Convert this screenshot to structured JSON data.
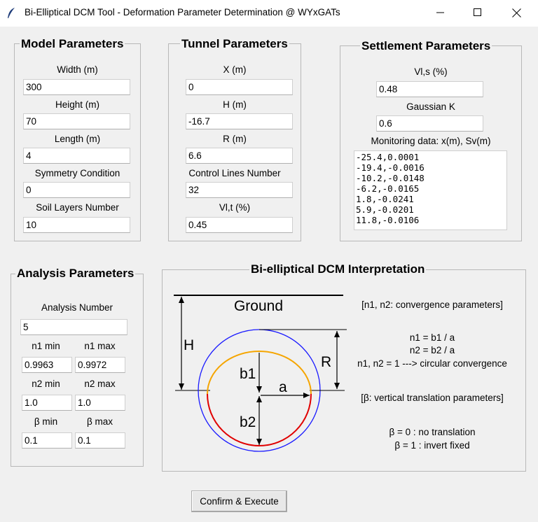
{
  "window": {
    "title": "Bi-Elliptical DCM Tool - Deformation Parameter Determination @ WYxGATs"
  },
  "model": {
    "legend": "Model Parameters",
    "width_label": "Width (m)",
    "width_value": "300",
    "height_label": "Height (m)",
    "height_value": "70",
    "length_label": "Length (m)",
    "length_value": "4",
    "symmetry_label": "Symmetry Condition",
    "symmetry_value": "0",
    "soil_label": "Soil Layers Number",
    "soil_value": "10"
  },
  "tunnel": {
    "legend": "Tunnel Parameters",
    "x_label": "X (m)",
    "x_value": "0",
    "h_label": "H (m)",
    "h_value": "-16.7",
    "r_label": "R (m)",
    "r_value": "6.6",
    "cl_label": "Control Lines Number",
    "cl_value": "32",
    "vlt_label": "Vl,t (%)",
    "vlt_value": "0.45"
  },
  "settlement": {
    "legend": "Settlement Parameters",
    "vls_label": "Vl,s (%)",
    "vls_value": "0.48",
    "k_label": "Gaussian K",
    "k_value": "0.6",
    "monitor_label": "Monitoring data: x(m), Sv(m)",
    "monitor_lines": [
      "-25.4,0.0001",
      "-19.4,-0.0016",
      "-10.2,-0.0148",
      "-6.2,-0.0165",
      "1.8,-0.0241",
      "5.9,-0.0201",
      "11.8,-0.0106"
    ]
  },
  "analysis": {
    "legend": "Analysis Parameters",
    "num_label": "Analysis Number",
    "num_value": "5",
    "n1min_label": "n1 min",
    "n1min_value": "0.9963",
    "n1max_label": "n1 max",
    "n1max_value": "0.9972",
    "n2min_label": "n2 min",
    "n2min_value": "1.0",
    "n2max_label": "n2 max",
    "n2max_value": "1.0",
    "bmin_label": "β min",
    "bmin_value": "0.1",
    "bmax_label": "β max",
    "bmax_value": "0.1"
  },
  "interpretation": {
    "legend": "Bi-elliptical DCM Interpretation",
    "ground": "Ground",
    "h": "H",
    "r": "R",
    "b1": "b1",
    "b2": "b2",
    "a": "a",
    "note1": "[n1, n2: convergence parameters]",
    "eq1": "n1 = b1 / a",
    "eq2": "n2 = b2 / a",
    "eq3": "n1, n2 = 1 ---> circular convergence",
    "note2": "[β: vertical translation parameters]",
    "beta0": "β = 0 : no translation",
    "beta1": "β = 1 : invert fixed"
  },
  "colors": {
    "outer_circle": "#1a1aff",
    "upper_arc": "#f5a500",
    "lower_arc": "#e00000"
  },
  "actions": {
    "confirm_label": "Confirm & Execute"
  }
}
